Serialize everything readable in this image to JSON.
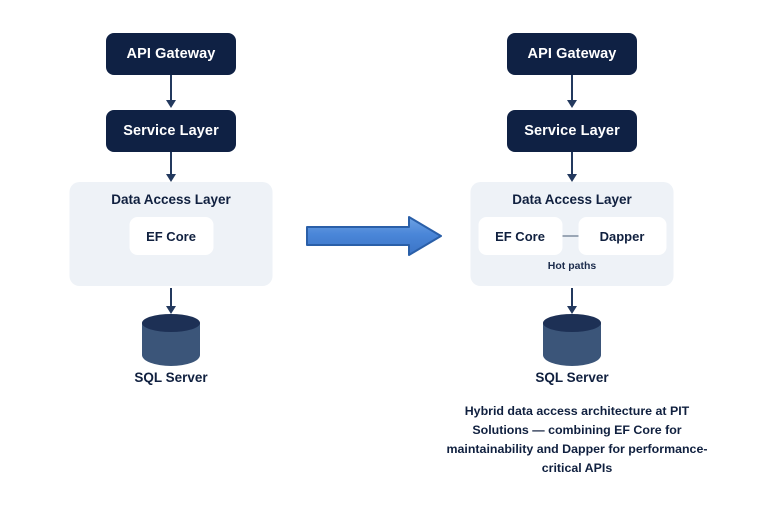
{
  "diagram": {
    "background": "#ffffff",
    "accent_navy": "#0f2144",
    "panel_bg": "#eef2f7",
    "arrow_blue": "#4a86d8",
    "arrow_blue_border": "#2a5fa8",
    "db_body": "#3b5579",
    "db_top": "#1d3055",
    "connector": "#23395e"
  },
  "left": {
    "api_gateway": "API Gateway",
    "service_layer": "Service Layer",
    "dal_title": "Data Access Layer",
    "ef_core": "EF Core",
    "db_label": "SQL Server"
  },
  "right": {
    "api_gateway": "API Gateway",
    "service_layer": "Service Layer",
    "dal_title": "Data Access Layer",
    "ef_core": "EF Core",
    "dapper": "Dapper",
    "hot_paths": "Hot paths",
    "db_label": "SQL Server"
  },
  "transition": {
    "icon": "right-arrow-icon"
  },
  "caption": {
    "text": "Hybrid data access architecture at PIT Solutions — combining EF Core for maintainability and Dapper for performance-critical APIs"
  }
}
